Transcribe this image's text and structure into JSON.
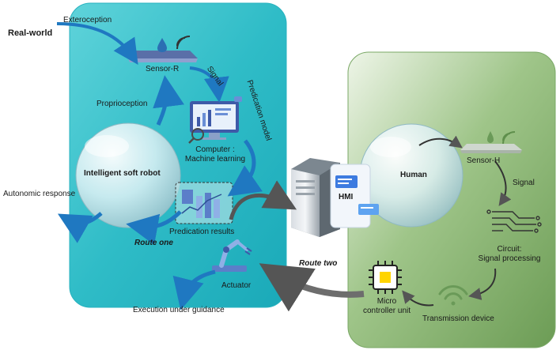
{
  "labels": {
    "real_world": "Real-world",
    "exteroception": "Exteroception",
    "sensor_r": "Sensor-R",
    "signal_top": "Signal",
    "proprioception": "Proprioception",
    "predication_model": "Predication model",
    "computer_line1": "Computer :",
    "computer_line2": "Machine learning",
    "intelligent_soft_robot": "Intelligent soft robot",
    "autonomic_response": "Autonomic response",
    "predication_results": "Predication results",
    "route_one": "Route one",
    "actuator": "Actuator",
    "execution_under_guidance": "Execution under guidance",
    "route_two": "Route two",
    "hmi": "HMI",
    "human": "Human",
    "sensor_h": "Sensor-H",
    "signal_right": "Signal",
    "circuit_line1": "Circuit:",
    "circuit_line2": "Signal processing",
    "micro_line1": "Micro",
    "micro_line2": "controller unit",
    "transmission_device": "Transmission device"
  },
  "colors": {
    "left_panel": "#3cc6cf",
    "right_panel": "#8fb878",
    "arrow_blue": "#1f78c1",
    "arrow_gray": "#6d6d6d"
  }
}
